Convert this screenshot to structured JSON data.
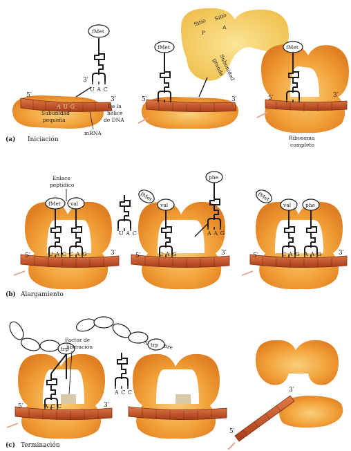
{
  "colors": {
    "subunit": "#f2a23a",
    "subunit_light": "#f7c46a",
    "large_unbound": "#f6d26a",
    "mrna": "#c8532a",
    "mrna_dark": "#8e2f14",
    "trna": "#1a1a1a",
    "arrow": "#e0a890"
  },
  "panels": {
    "a": {
      "letter": "(a)",
      "title": "Iniciación",
      "fmet": "fMet",
      "end3": "3′",
      "end5": "5′",
      "end3b": "3′",
      "anticodon": "U A C",
      "codon": "A U G",
      "small_subunit_l1": "Subunidad",
      "small_subunit_l2": "pequeña",
      "helix_l1": "De la",
      "helix_l2": "hélice",
      "helix_l3": "de DNA",
      "mrna": "mRNA",
      "site_p_l1": "Sitio",
      "site_p_l2": "P",
      "site_a_l1": "Sitio",
      "site_a_l2": "A",
      "large_l1": "Subunidad",
      "large_l2": "grande",
      "complete_l1": "Ribosoma",
      "complete_l2": "completo"
    },
    "b": {
      "letter": "(b)",
      "title": "Alargamiento",
      "bond_l1": "Enlace",
      "bond_l2": "peptídico",
      "fmet": "fMet",
      "val": "val",
      "phe": "phe",
      "anticodon_uac": "U A C",
      "anticodon_cag": "C A G",
      "anticodon_aag": "A A G",
      "end5": "5′",
      "end3": "3′"
    },
    "c": {
      "letter": "(c)",
      "title": "Terminación",
      "trp": "trp",
      "release_l1": "Factor de",
      "release_l2": "liberación",
      "free_peptide": "Polipéptido libre",
      "anticodon_acc": "A C C",
      "end5": "5′",
      "end3": "3′"
    }
  }
}
